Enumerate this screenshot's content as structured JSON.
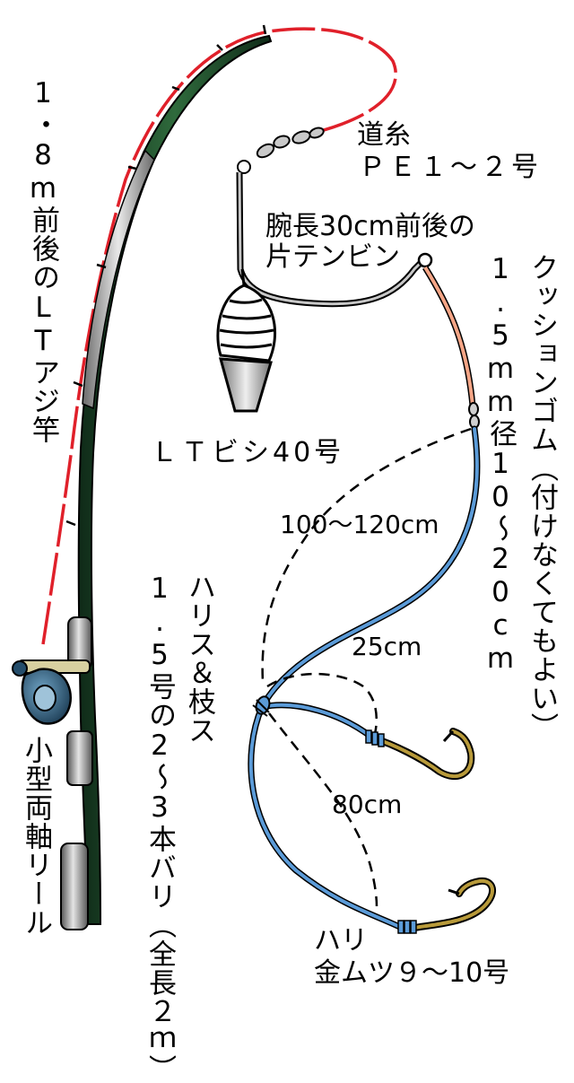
{
  "labels": {
    "rod": "1・8m前後のLTアジ竿",
    "reel": "小型両軸リール",
    "main_line_1": "道糸",
    "main_line_2": "ＰＥ１～２号",
    "tenbin_1": "腕長30cm前後の",
    "tenbin_2": "片テンビン",
    "sinker": "ＬＴビシ40号",
    "cushion_1": "クッションゴム（付けなくてもよい）",
    "cushion_2": "1.5mm径10～20cm",
    "leader_total": "100～120cm",
    "harisu_1": "ハリス＆枝ス",
    "harisu_2": "1.5号の2～3本バリ（全長２ｍ）",
    "branch_len": "25cm",
    "lower_len": "80cm",
    "hook_1": "ハリ",
    "hook_2": "金ムツ９～10号"
  },
  "colors": {
    "main_line": "#e0202a",
    "rod_green": "#1f4a2c",
    "cushion_rubber": "#f4a586",
    "harisu": "#5b9bd8",
    "hook_gold": "#b89a3a",
    "reel_blue": "#244d6b"
  }
}
